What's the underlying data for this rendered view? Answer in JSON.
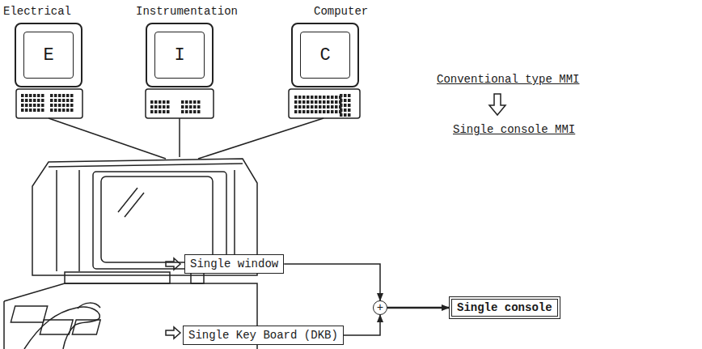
{
  "diagram": {
    "nodes": [
      {
        "text": [
          "Electrical",
          "E"
        ]
      },
      {
        "text": [
          "Instrumentation",
          "I"
        ]
      },
      {
        "text": [
          "Computer",
          "C"
        ]
      },
      {
        "text": [
          "Single window"
        ]
      },
      {
        "text": [
          "Single Key Board (DKB)"
        ]
      },
      {
        "text": [
          "+"
        ]
      },
      {
        "text": [
          "Single console"
        ]
      }
    ],
    "edges": [
      {
        "from": 3,
        "to": 5,
        "arrow": "to"
      },
      {
        "from": 4,
        "to": 5,
        "arrow": "to"
      },
      {
        "from": 5,
        "to": 6,
        "arrow": "to"
      }
    ],
    "labels": [
      "Conventional type MMI",
      "Single console MMI"
    ]
  }
}
